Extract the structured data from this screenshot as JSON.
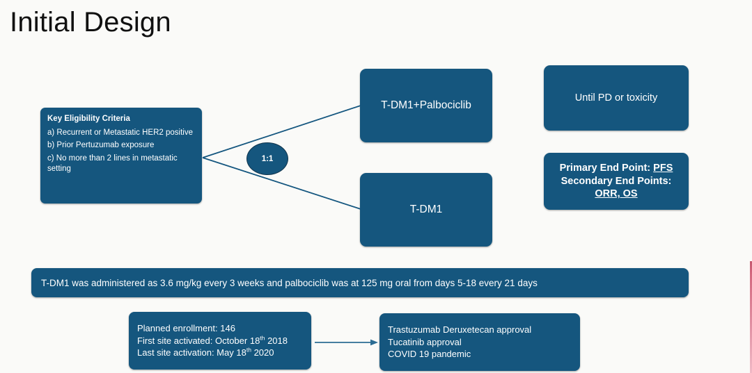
{
  "slide": {
    "title": "Initial Design",
    "background_color": "#fafaf8",
    "accent_color": "#15567e",
    "text_color": "#ffffff"
  },
  "eligibility": {
    "heading": "Key Eligibility Criteria",
    "items": [
      "a) Recurrent or Metastatic HER2 positive",
      "b) Prior Pertuzumab exposure",
      "c) No more than 2 lines in metastatic setting"
    ]
  },
  "randomization": {
    "ratio_label": "1:1"
  },
  "arms": [
    {
      "label": "T-DM1+Palbociclib"
    },
    {
      "label": "T-DM1"
    }
  ],
  "treatment_duration": {
    "label": "Until PD or toxicity"
  },
  "endpoints": {
    "primary_prefix": "Primary End Point: ",
    "primary_value": "PFS",
    "secondary_prefix": "Secondary End Points:",
    "secondary_value": "ORR, OS"
  },
  "dosing_banner": {
    "text": "T-DM1 was administered as 3.6 mg/kg every 3 weeks and palbociclib was at 125 mg oral from days 5-18 every 21 days"
  },
  "enrollment": {
    "line1": "Planned enrollment: 146",
    "line2_prefix": "First site activated: October 18",
    "line2_sup": "th",
    "line2_suffix": " 2018",
    "line3_prefix": "Last site activation: May 18",
    "line3_sup": "th",
    "line3_suffix": " 2020"
  },
  "external_events": {
    "lines": [
      "Trastuzumab Deruxetecan approval",
      "Tucatinib approval",
      "COVID 19 pandemic"
    ]
  },
  "edge_artifact": {
    "color": "#d4697f"
  }
}
